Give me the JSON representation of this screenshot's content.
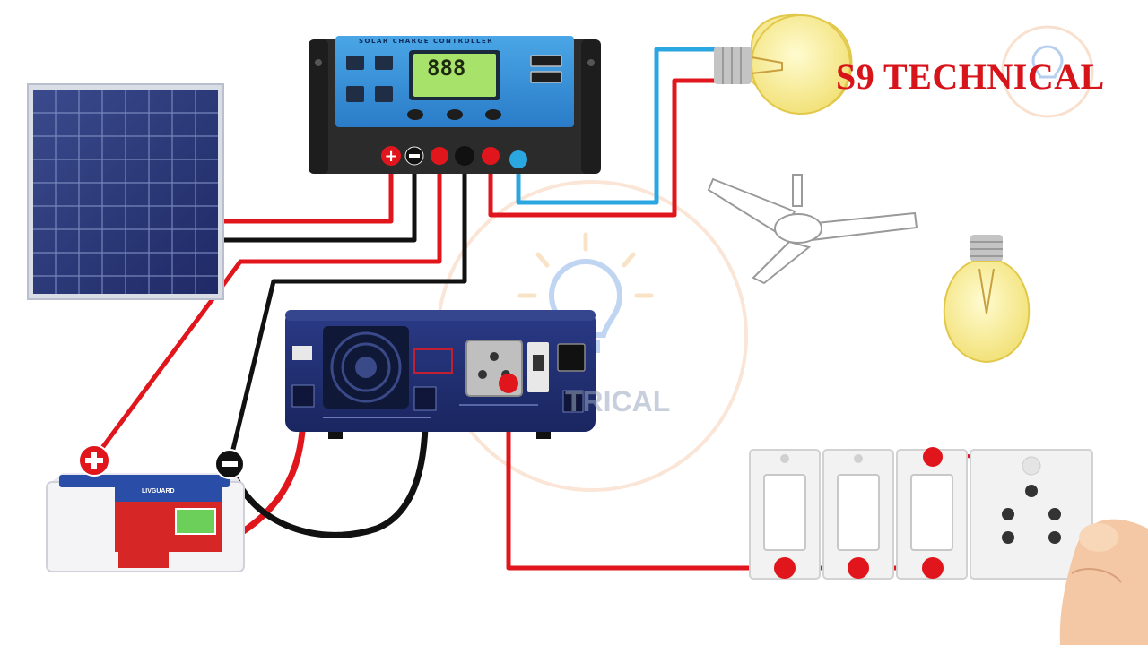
{
  "brand": {
    "title": "S9 TECHNICAL"
  },
  "controller": {
    "label": "SOLAR CHARGE CONTROLLER",
    "display": "888"
  },
  "battery": {
    "label": "LIVGUARD"
  },
  "watermark": {
    "text": "TRICAL"
  },
  "colors": {
    "positive_wire": "#e0161c",
    "negative_wire": "#111111",
    "load_wire_blue": "#2aa6e0",
    "title": "#d8141b"
  },
  "icons": {
    "solar_panel": "solar-panel-icon",
    "charge_controller": "charge-controller-icon",
    "inverter": "inverter-icon",
    "battery": "battery-icon",
    "bulb": "light-bulb-icon",
    "fan": "ceiling-fan-icon",
    "switchboard": "switchboard-icon",
    "hand": "hand-pointer-icon",
    "watermark": "watermark-logo-icon"
  }
}
